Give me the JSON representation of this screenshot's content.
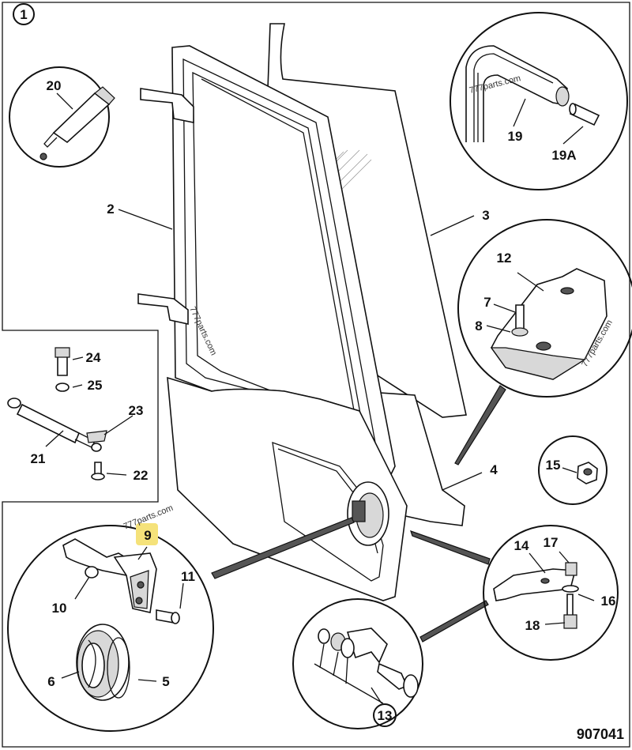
{
  "figure_number": "1",
  "drawing_code": "907041",
  "watermarks": [
    "777parts.com",
    "777parts.com",
    "777parts.com",
    "777parts.com"
  ],
  "labels": {
    "p2": "2",
    "p3": "3",
    "p4": "4",
    "p5": "5",
    "p6": "6",
    "p7": "7",
    "p8": "8",
    "p9": "9",
    "p10": "10",
    "p11": "11",
    "p12": "12",
    "p13": "13",
    "p14": "14",
    "p15": "15",
    "p16": "16",
    "p17": "17",
    "p18": "18",
    "p19": "19",
    "p19a": "19A",
    "p20": "20",
    "p21": "21",
    "p22": "22",
    "p23": "23",
    "p24": "24",
    "p25": "25"
  },
  "colors": {
    "ink": "#111111",
    "highlight": "#f5e27a",
    "paper": "#ffffff"
  }
}
